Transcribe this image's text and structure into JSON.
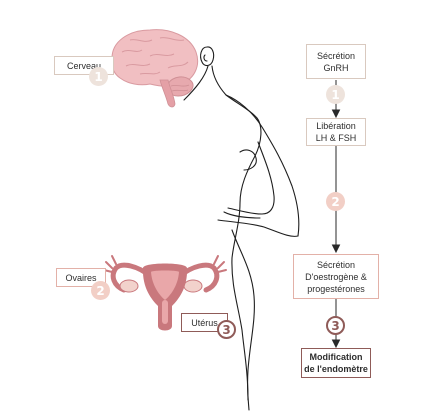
{
  "flow": {
    "step1": {
      "line1": "Sécrétion",
      "line2": "GnRH"
    },
    "step2": {
      "line1": "Libération",
      "line2": "LH & FSH"
    },
    "step3": {
      "line1": "Sécrétion",
      "line2": "D'oestrogène &",
      "line3": "progestérones"
    },
    "step4": {
      "line1": "Modification",
      "line2": "de l'endomètre"
    },
    "badge1": "1",
    "badge2": "2",
    "badge3": "3"
  },
  "organs": {
    "brain": {
      "label": "Cerveau",
      "badge": "1"
    },
    "ovaries": {
      "label": "Ovaires",
      "badge": "2"
    },
    "uterus": {
      "label": "Utérus",
      "badge": "3"
    }
  },
  "colors": {
    "beige": "#eee3dc",
    "pink": "#f2cfc6",
    "maroon": "#8f5b58",
    "brain": "#f1bfc2",
    "uterus": "#c9787d",
    "uterus_inner": "#e9a7a9"
  }
}
